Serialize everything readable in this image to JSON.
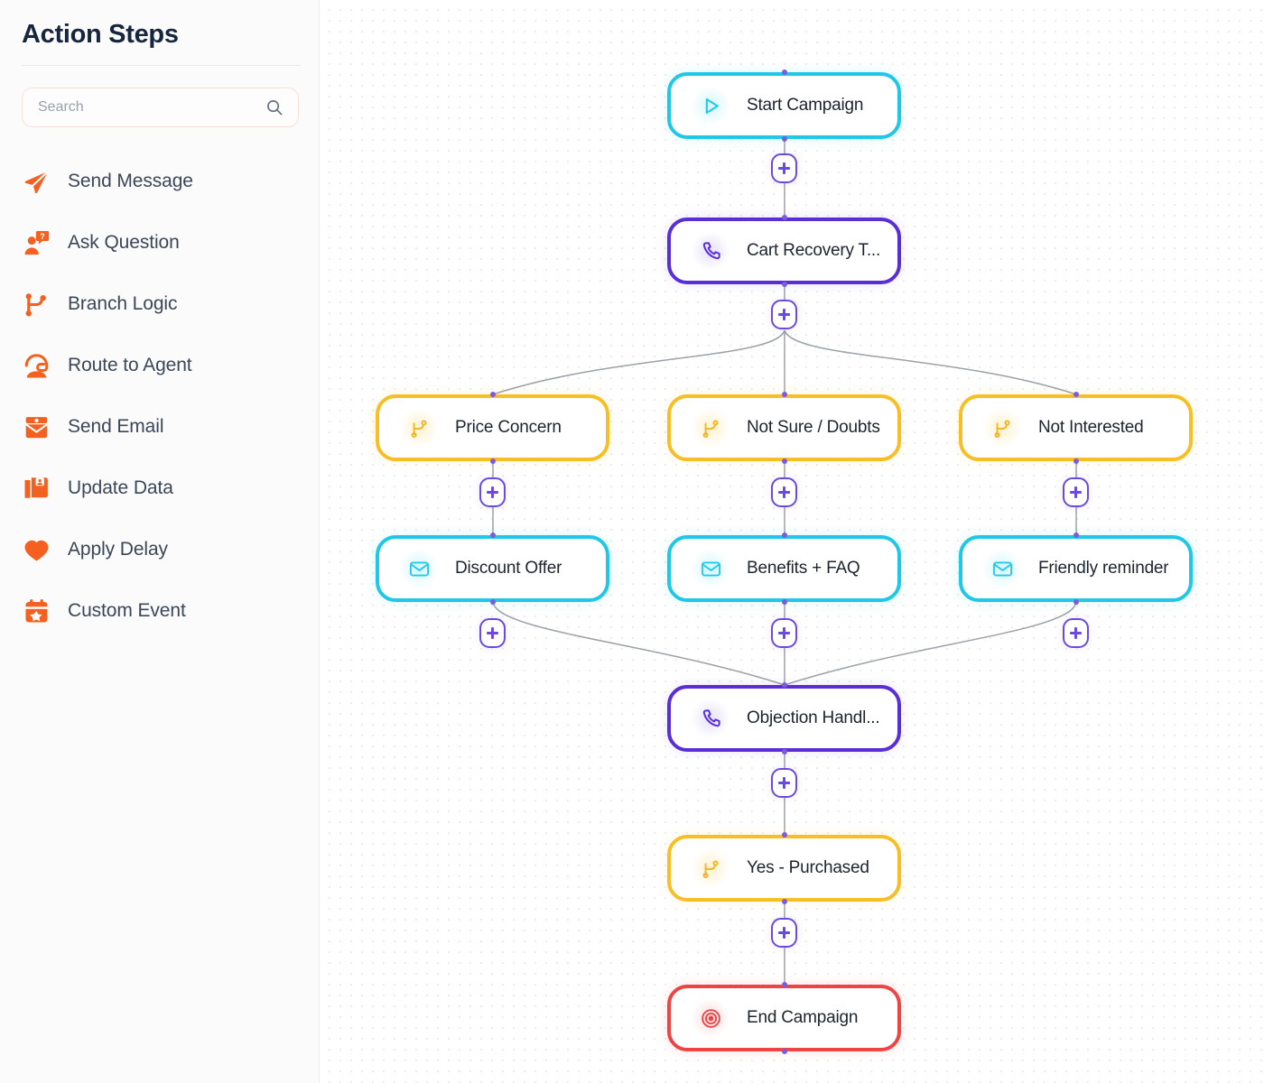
{
  "sidebar": {
    "title": "Action Steps",
    "search": {
      "placeholder": "Search",
      "value": "",
      "icon": "search-icon"
    },
    "items": [
      {
        "label": "Send Message",
        "icon": "paper-plane-icon"
      },
      {
        "label": "Ask Question",
        "icon": "person-question-icon"
      },
      {
        "label": "Branch Logic",
        "icon": "branch-icon"
      },
      {
        "label": "Route to Agent",
        "icon": "agent-headset-icon"
      },
      {
        "label": "Send Email",
        "icon": "envelope-open-icon"
      },
      {
        "label": "Update Data",
        "icon": "folder-user-icon"
      },
      {
        "label": "Apply Delay",
        "icon": "heart-icon"
      },
      {
        "label": "Custom Event",
        "icon": "calendar-star-icon"
      }
    ],
    "accent_color": "#f4601f",
    "text_color": "#3b4758"
  },
  "canvas": {
    "background": "#ffffff",
    "dot_color": "#e6e6ea",
    "nodes": [
      {
        "id": "start",
        "label": "Start Campaign",
        "icon": "play-icon",
        "color": "cyan",
        "hex": "#1ec8e6"
      },
      {
        "id": "cart",
        "label": "Cart Recovery T...",
        "icon": "phone-icon",
        "color": "purple",
        "hex": "#5a2ed6"
      },
      {
        "id": "price",
        "label": "Price Concern",
        "icon": "branch-icon",
        "color": "amber",
        "hex": "#f7bf25"
      },
      {
        "id": "notsure",
        "label": "Not Sure / Doubts",
        "icon": "branch-icon",
        "color": "amber",
        "hex": "#f7bf25"
      },
      {
        "id": "notint",
        "label": "Not Interested",
        "icon": "branch-icon",
        "color": "amber",
        "hex": "#f7bf25"
      },
      {
        "id": "discount",
        "label": "Discount Offer",
        "icon": "mail-icon",
        "color": "cyan",
        "hex": "#1ec8e6"
      },
      {
        "id": "benefits",
        "label": "Benefits + FAQ",
        "icon": "mail-icon",
        "color": "cyan",
        "hex": "#1ec8e6"
      },
      {
        "id": "friendly",
        "label": "Friendly reminder",
        "icon": "mail-icon",
        "color": "cyan",
        "hex": "#1ec8e6"
      },
      {
        "id": "objection",
        "label": "Objection Handl...",
        "icon": "phone-icon",
        "color": "purple",
        "hex": "#5a2ed6"
      },
      {
        "id": "purchased",
        "label": "Yes - Purchased",
        "icon": "branch-icon",
        "color": "amber",
        "hex": "#f7bf25"
      },
      {
        "id": "end",
        "label": "End Campaign",
        "icon": "target-icon",
        "color": "red",
        "hex": "#ef4444"
      }
    ],
    "add_buttons": [
      {
        "id": "add-after-start",
        "label": "+"
      },
      {
        "id": "add-after-cart",
        "label": "+"
      },
      {
        "id": "add-after-price",
        "label": "+"
      },
      {
        "id": "add-after-notsure",
        "label": "+"
      },
      {
        "id": "add-after-notint",
        "label": "+"
      },
      {
        "id": "add-after-discount",
        "label": "+"
      },
      {
        "id": "add-after-benefits",
        "label": "+"
      },
      {
        "id": "add-after-friendly",
        "label": "+"
      },
      {
        "id": "add-after-objection",
        "label": "+"
      },
      {
        "id": "add-after-purchased",
        "label": "+"
      }
    ],
    "edge_color": "#9aa0a6",
    "port_color": "#7b5ce0"
  }
}
